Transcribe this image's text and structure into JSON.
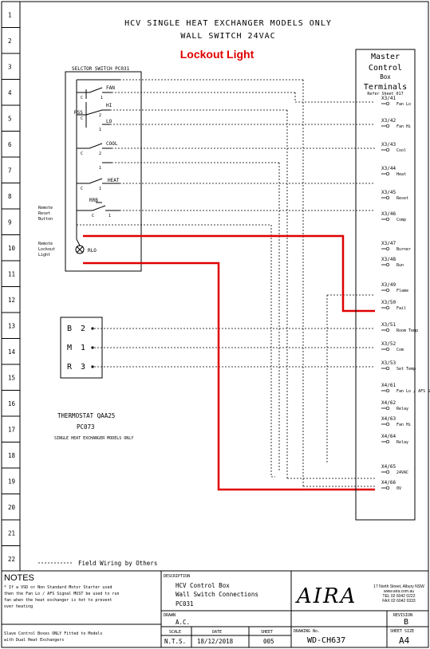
{
  "title": {
    "line1": "HCV SINGLE HEAT EXCHANGER MODELS ONLY",
    "line2": "WALL SWITCH 24VAC",
    "highlight": "Lockout Light"
  },
  "row_numbers": [
    "1",
    "2",
    "3",
    "4",
    "5",
    "6",
    "7",
    "8",
    "9",
    "10",
    "11",
    "12",
    "13",
    "14",
    "15",
    "16",
    "17",
    "18",
    "19",
    "20",
    "21",
    "22"
  ],
  "selector": {
    "label": "SELCTOR SWITCH PC031",
    "fan": "FAN",
    "rss": "RSS",
    "hi": "HI",
    "lo": "LO",
    "cool": "COOL",
    "heat": "HEAT",
    "c": "C",
    "one": "1",
    "two": "2"
  },
  "remote_reset": {
    "label_lines": [
      "Remote",
      "Reset",
      "Button"
    ],
    "code": "RRB"
  },
  "remote_lockout": {
    "label_lines": [
      "Remote",
      "Lockout",
      "Light"
    ],
    "code": "RLO"
  },
  "master_box": {
    "title_lines": [
      "Master",
      "Control",
      "Box",
      "Terminals"
    ],
    "ref": "Refer Sheet 017",
    "terminals": [
      {
        "id": "X3/41",
        "label": "Fan Lo"
      },
      {
        "id": "X3/42",
        "label": "Fan Hi"
      },
      {
        "id": "X3/43",
        "label": "Cool"
      },
      {
        "id": "X3/44",
        "label": "Heat"
      },
      {
        "id": "X3/45",
        "label": "Reset"
      },
      {
        "id": "X3/46",
        "label": "Comp"
      },
      {
        "id": "X3/47",
        "label": "Burner"
      },
      {
        "id": "X3/48",
        "label": "Run"
      },
      {
        "id": "X3/49",
        "label": "Flame"
      },
      {
        "id": "X3/50",
        "label": "Fail"
      },
      {
        "id": "X3/51",
        "label": "Room Temp"
      },
      {
        "id": "X3/52",
        "label": "Com"
      },
      {
        "id": "X3/53",
        "label": "Set Temp"
      },
      {
        "id": "X4/61",
        "label": "Fan Lo / AFS Signal"
      },
      {
        "id": "X4/62",
        "label": "Relay"
      },
      {
        "id": "X4/63",
        "label": "Fan Hi"
      },
      {
        "id": "X4/64",
        "label": "Relay"
      },
      {
        "id": "X4/65",
        "label": "24VAC"
      },
      {
        "id": "X4/66",
        "label": "0V"
      }
    ]
  },
  "thermostat_terminals": [
    {
      "letter": "B",
      "num": "2"
    },
    {
      "letter": "M",
      "num": "1"
    },
    {
      "letter": "R",
      "num": "3"
    }
  ],
  "thermostat": {
    "line1": "THERMOSTAT QAA25",
    "line2": "PC073",
    "line3": "SINGLE HEAT EXCHANGER MODELS ONLY"
  },
  "legend": "Field Wiring by Others",
  "notes": {
    "heading": "NOTES",
    "note1_lines": [
      "* If a VSD or Non Standard Motor Starter used",
      "then the Fan Lo / AFS Signal MUST be used to run",
      "fan when the heat exchanger is hot to prevent",
      "over heating"
    ],
    "note2_lines": [
      "Slave Control Boxes ONLY Fitted to Models",
      "with Dual Heat Exchangers"
    ]
  },
  "title_block": {
    "description_label": "DESCRIPTION",
    "description_lines": [
      "HCV Control Box",
      "Wall Switch Connections",
      "PC031"
    ],
    "drawn_label": "DRAWN",
    "drawn": "A.C.",
    "scale_label": "SCALE",
    "scale": "N.T.S.",
    "date_label": "DATE",
    "date": "18/12/2018",
    "sheet_label": "SHEET",
    "sheet": "005",
    "drawing_no_label": "DRAWING No.",
    "drawing_no": "WD-CH637",
    "revision_label": "REVISION",
    "revision": "B",
    "sheet_size_label": "SHEET SIZE",
    "sheet_size": "A4",
    "logo": "AIRA",
    "address_lines": [
      "17 North Street, Albury NSW",
      "www.aira.com.au",
      "TEL 02 6042 0222",
      "FAX 02 6042 0333"
    ]
  },
  "colors": {
    "highlight_wire": "#e00000",
    "ink": "#000000"
  }
}
